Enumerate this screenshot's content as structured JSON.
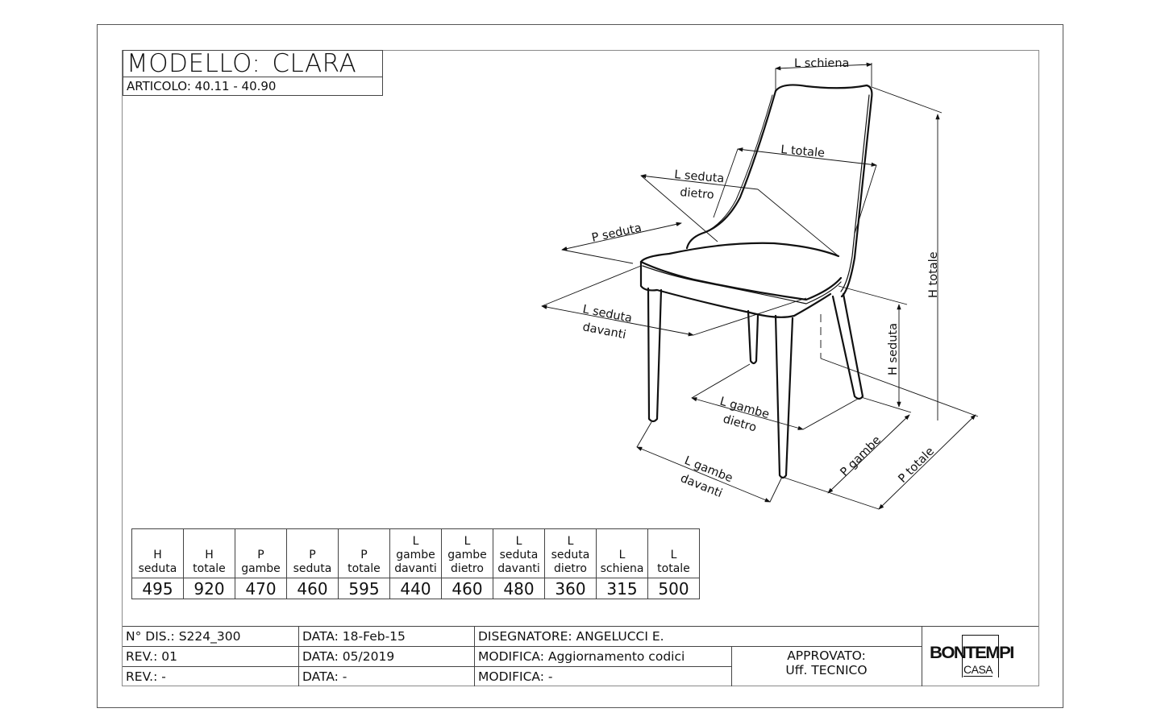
{
  "title_block": {
    "label_modello": "MODELLO:",
    "model_name": "CLARA",
    "articolo": "ARTICOLO: 40.11 - 40.90"
  },
  "drawing": {
    "subject": "chair isometric line drawing with dimension callouts",
    "labels": {
      "l_schiena": "L schiena",
      "l_totale": "L totale",
      "l_seduta_dietro_1": "L seduta",
      "l_seduta_dietro_2": "dietro",
      "p_seduta": "P seduta",
      "l_seduta_davanti_1": "L seduta",
      "l_seduta_davanti_2": "davanti",
      "l_gambe_dietro_1": "L gambe",
      "l_gambe_dietro_2": "dietro",
      "l_gambe_davanti_1": "L gambe",
      "l_gambe_davanti_2": "davanti",
      "h_totale": "H totale",
      "h_seduta": "H seduta",
      "p_gambe": "P gambe",
      "p_totale": "P totale"
    }
  },
  "dimensions_table": {
    "headers": [
      [
        "H",
        "seduta"
      ],
      [
        "H",
        "totale"
      ],
      [
        "P",
        "gambe"
      ],
      [
        "P",
        "seduta"
      ],
      [
        "P",
        "totale"
      ],
      [
        "L",
        "gambe",
        "davanti"
      ],
      [
        "L",
        "gambe",
        "dietro"
      ],
      [
        "L",
        "seduta",
        "davanti"
      ],
      [
        "L",
        "seduta",
        "dietro"
      ],
      [
        "L",
        "schiena"
      ],
      [
        "L",
        "totale"
      ]
    ],
    "values": [
      "495",
      "920",
      "470",
      "460",
      "595",
      "440",
      "460",
      "480",
      "360",
      "315",
      "500"
    ]
  },
  "footer": {
    "n_dis": "N° DIS.: S224_300",
    "data_1": "DATA: 18-Feb-15",
    "disegnatore": "DISEGNATORE:  ANGELUCCI E.",
    "rev_1": "REV.: 01",
    "data_2": "DATA: 05/2019",
    "modifica_1": "MODIFICA: Aggiornamento codici",
    "rev_2": "REV.: -",
    "data_3": "DATA: -",
    "modifica_2": "MODIFICA: -",
    "approvato_1": "APPROVATO:",
    "approvato_2": "Uff. TECNICO",
    "logo_brand": "BONTEMPI",
    "logo_sub": "CASA"
  }
}
